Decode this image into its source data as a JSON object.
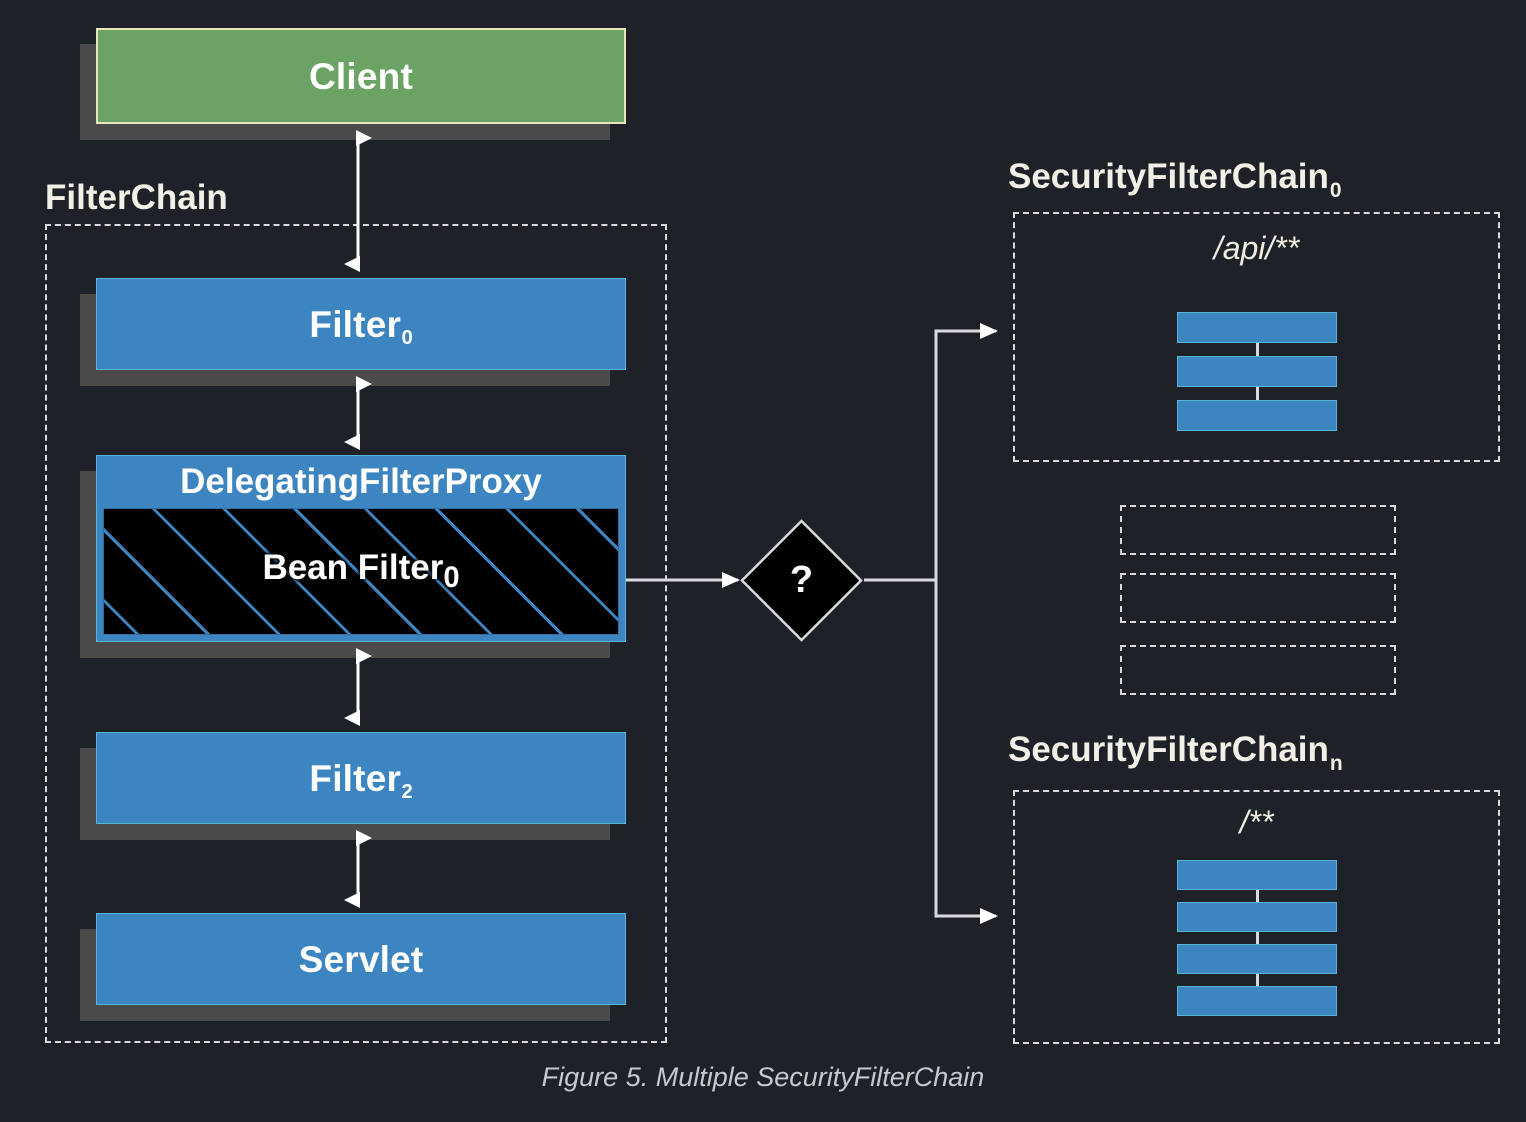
{
  "figure": {
    "caption": "Figure 5. Multiple SecurityFilterChain",
    "background_color": "#1e2228"
  },
  "colors": {
    "blue_fill": "#3d85c0",
    "blue_border": "#56b6d6",
    "green_fill": "#6aa363",
    "green_border": "#e8e6b8",
    "shadow": "#4a4a4a",
    "dashed_stroke": "#d8dadd",
    "text": "#ffffff",
    "label_text": "#f2f0e6",
    "diamond_fill": "#000000"
  },
  "left": {
    "client": {
      "label": "Client"
    },
    "filter_chain_group": {
      "label": "FilterChain"
    },
    "nodes": [
      {
        "name": "filter0",
        "label": "Filter",
        "sub": "0"
      },
      {
        "name": "delegating-filter-proxy",
        "label": "DelegatingFilterProxy",
        "sub": ""
      },
      {
        "name": "bean-filter",
        "label": "Bean Filter",
        "sub": "0"
      },
      {
        "name": "filter2",
        "label": "Filter",
        "sub": "2"
      },
      {
        "name": "servlet",
        "label": "Servlet",
        "sub": ""
      }
    ]
  },
  "decision": {
    "label": "?"
  },
  "right": {
    "chains": [
      {
        "name": "security-filter-chain-0",
        "title": "SecurityFilterChain",
        "sub": "0",
        "path_pattern": "/api/**",
        "filter_count": 3
      },
      {
        "name": "security-filter-chain-n",
        "title": "SecurityFilterChain",
        "sub": "n",
        "path_pattern": "/**",
        "filter_count": 4
      }
    ],
    "placeholders": 3
  }
}
